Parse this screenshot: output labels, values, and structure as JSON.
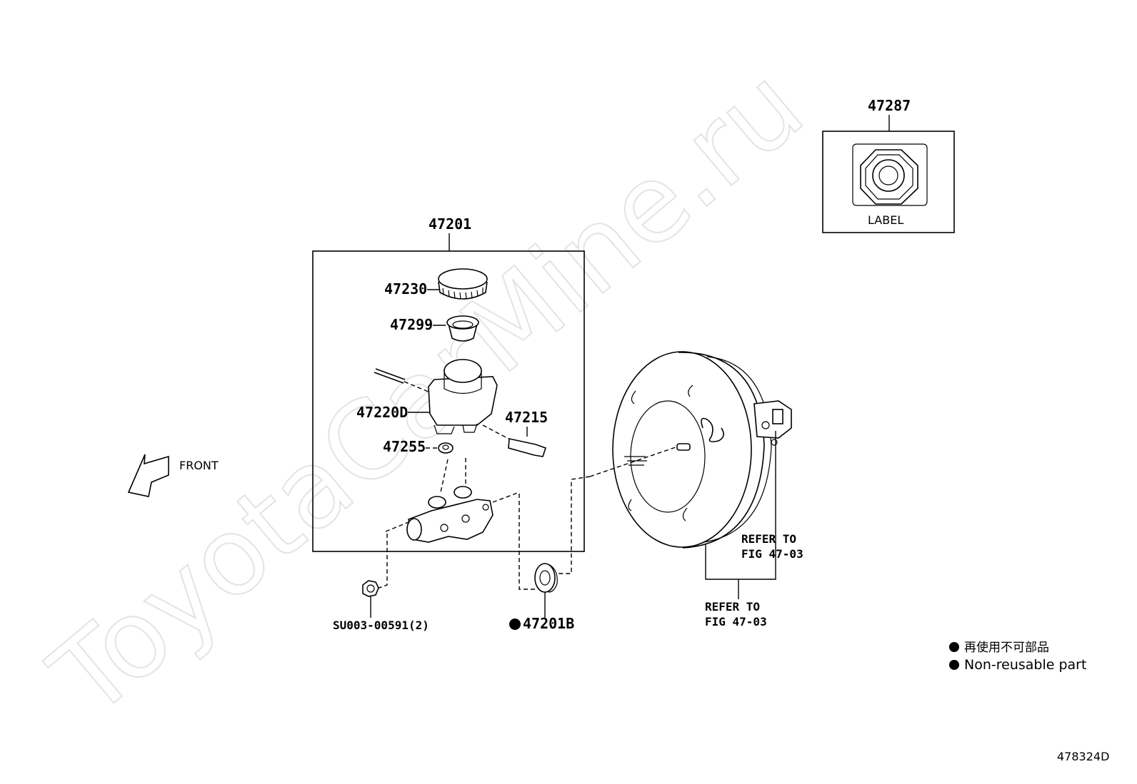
{
  "watermark": "ToyotaCarMine.ru",
  "parts": {
    "p47287": "47287",
    "p47201": "47201",
    "p47230": "47230",
    "p47299": "47299",
    "p47220D": "47220D",
    "p47215": "47215",
    "p47255": "47255",
    "p47201B": "47201B",
    "pSU003": "SU003-00591(2)"
  },
  "label_box_text": "LABEL",
  "front_text": "FRONT",
  "refer_1": {
    "line1": "REFER TO",
    "line2": "FIG 47-03"
  },
  "refer_2": {
    "line1": "REFER TO",
    "line2": "FIG 47-03"
  },
  "legend": {
    "jp": "再使用不可部品",
    "en": "Non-reusable part"
  },
  "figure_id": "478324D",
  "colors": {
    "line": "#000000",
    "watermark": "#e3e3e3",
    "background": "#ffffff"
  },
  "icons": {
    "non_reusable_marker": "filled-circle",
    "front_arrow": "outline-arrow"
  }
}
